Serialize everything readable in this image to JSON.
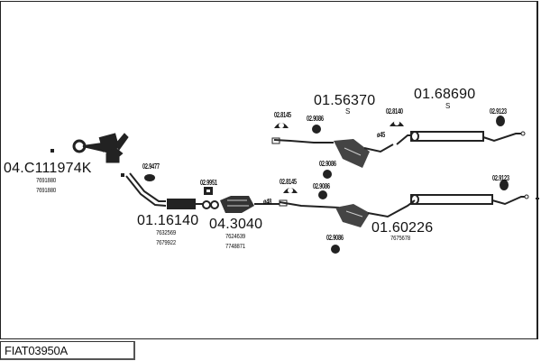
{
  "diagram": {
    "reference": "FIAT03950A",
    "parts": [
      {
        "number": "04.C111974K",
        "oe": [
          "7691880",
          "7691880"
        ],
        "label": "manifold"
      },
      {
        "number": "01.16140",
        "oe": [
          "7632569",
          "7679922"
        ],
        "label": "front-pipe"
      },
      {
        "number": "04.3040",
        "oe": [
          "7624639",
          "7748871"
        ],
        "label": "catalytic-converter"
      },
      {
        "number": "01.56370",
        "suffix": "S",
        "label": "middle-silencer-upper"
      },
      {
        "number": "01.68690",
        "suffix": "S",
        "label": "rear-silencer-upper"
      },
      {
        "number": "01.60226",
        "oe": [
          "7675678"
        ],
        "label": "middle-rear-silencer-lower"
      }
    ],
    "fittings": [
      {
        "code": "02.9477"
      },
      {
        "code": "02.9951"
      },
      {
        "code": "02.8145",
        "where": "lower"
      },
      {
        "code": "02.9086",
        "where": "lower-a"
      },
      {
        "code": "02.9086",
        "where": "lower-b"
      },
      {
        "code": "02.9123",
        "where": "lower"
      },
      {
        "code": "02.8145",
        "where": "upper"
      },
      {
        "code": "02.9086",
        "where": "upper-a"
      },
      {
        "code": "02.9086",
        "where": "upper-b"
      },
      {
        "code": "02.8140",
        "where": "upper"
      },
      {
        "code": "02.9123",
        "where": "upper"
      }
    ],
    "diameters": [
      "ø45",
      "ø48"
    ]
  }
}
